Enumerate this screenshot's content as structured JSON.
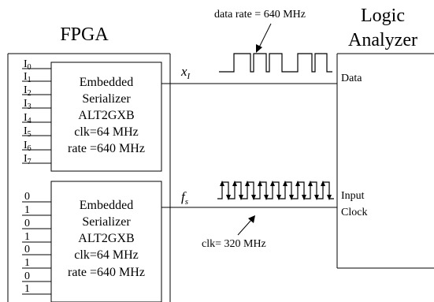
{
  "fpga": {
    "title": "FPGA",
    "serializer_top": {
      "lines": [
        "Embedded",
        "Serializer",
        "ALT2GXB",
        "clk=64 MHz",
        "rate =640 MHz"
      ],
      "inputs": [
        "I0",
        "I1",
        "I2",
        "I3",
        "I4",
        "I5",
        "I6",
        "I7"
      ],
      "input_letter": "I",
      "input_subscripts": [
        "0",
        "1",
        "2",
        "3",
        "4",
        "5",
        "6",
        "7"
      ]
    },
    "serializer_bottom": {
      "lines": [
        "Embedded",
        "Serializer",
        "ALT2GXB",
        "clk=64 MHz",
        "rate =640 MHz"
      ],
      "inputs": [
        "0",
        "1",
        "0",
        "1",
        "0",
        "1",
        "0",
        "1"
      ]
    }
  },
  "signals": {
    "data": {
      "symbol": "x",
      "subscript": "I"
    },
    "clock": {
      "symbol": "f",
      "subscript": "s"
    }
  },
  "annotations": {
    "data_rate": "data rate  = 640 MHz",
    "clock": "clk= 320 MHz"
  },
  "analyzer": {
    "title_lines": [
      "Logic",
      "Analyzer"
    ],
    "data_port": "Data",
    "clock_port_lines": [
      "Input",
      "Clock"
    ]
  },
  "colors": {
    "ink": "#000000",
    "background": "#ffffff"
  }
}
